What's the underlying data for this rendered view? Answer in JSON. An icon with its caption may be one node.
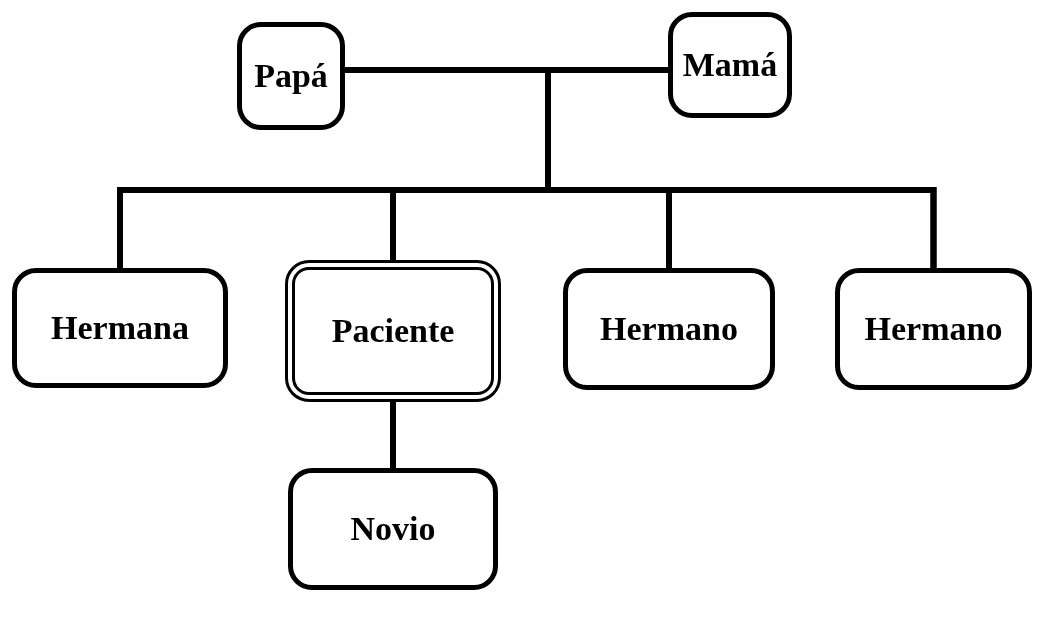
{
  "diagram": {
    "nodes": [
      {
        "text": [
          "Papá"
        ]
      },
      {
        "text": [
          "Mamá"
        ]
      },
      {
        "text": [
          "Hermana"
        ]
      },
      {
        "text": [
          "Paciente"
        ]
      },
      {
        "text": [
          "Hermano"
        ]
      },
      {
        "text": [
          "Hermano"
        ]
      },
      {
        "text": [
          "Novio"
        ]
      }
    ],
    "edges": [
      {
        "from": 0,
        "to": 1,
        "arrow": "none"
      },
      {
        "from": 0,
        "to": 2,
        "arrow": "none"
      },
      {
        "from": 1,
        "to": 2,
        "arrow": "none"
      },
      {
        "from": 0,
        "to": 3,
        "arrow": "none"
      },
      {
        "from": 1,
        "to": 3,
        "arrow": "none"
      },
      {
        "from": 0,
        "to": 4,
        "arrow": "none"
      },
      {
        "from": 1,
        "to": 4,
        "arrow": "none"
      },
      {
        "from": 0,
        "to": 5,
        "arrow": "none"
      },
      {
        "from": 1,
        "to": 5,
        "arrow": "none"
      },
      {
        "from": 3,
        "to": 6,
        "arrow": "none"
      }
    ]
  }
}
